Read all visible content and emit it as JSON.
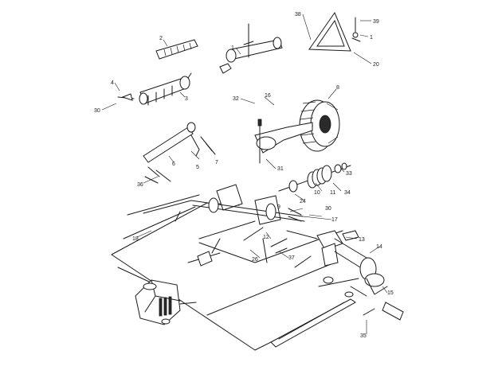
{
  "callouts": [
    {
      "id": "c1",
      "text": "1"
    },
    {
      "id": "c2",
      "text": "2"
    },
    {
      "id": "c3",
      "text": "3"
    },
    {
      "id": "c4",
      "text": "4"
    },
    {
      "id": "c5",
      "text": "5"
    },
    {
      "id": "c6",
      "text": "6"
    },
    {
      "id": "c7",
      "text": "7"
    },
    {
      "id": "c8",
      "text": "8"
    },
    {
      "id": "c9",
      "text": "9"
    },
    {
      "id": "c10",
      "text": "10"
    },
    {
      "id": "c11",
      "text": "11"
    },
    {
      "id": "c12",
      "text": "12"
    },
    {
      "id": "c13",
      "text": "13"
    },
    {
      "id": "c14",
      "text": "14"
    },
    {
      "id": "c15",
      "text": "15"
    },
    {
      "id": "c16",
      "text": "16"
    },
    {
      "id": "c17",
      "text": "17"
    },
    {
      "id": "c18",
      "text": "18"
    },
    {
      "id": "c20",
      "text": "20"
    },
    {
      "id": "c24",
      "text": "24"
    },
    {
      "id": "c26",
      "text": "26"
    },
    {
      "id": "c28",
      "text": "28"
    },
    {
      "id": "c29",
      "text": "29"
    },
    {
      "id": "c30",
      "text": "30"
    },
    {
      "id": "c31",
      "text": "31"
    },
    {
      "id": "c32",
      "text": "32"
    },
    {
      "id": "c33",
      "text": "33"
    },
    {
      "id": "c34",
      "text": "34"
    },
    {
      "id": "c35",
      "text": "35"
    },
    {
      "id": "c36",
      "text": "36"
    },
    {
      "id": "c37",
      "text": "37"
    },
    {
      "id": "c38",
      "text": "38"
    },
    {
      "id": "c39",
      "text": "39"
    }
  ]
}
